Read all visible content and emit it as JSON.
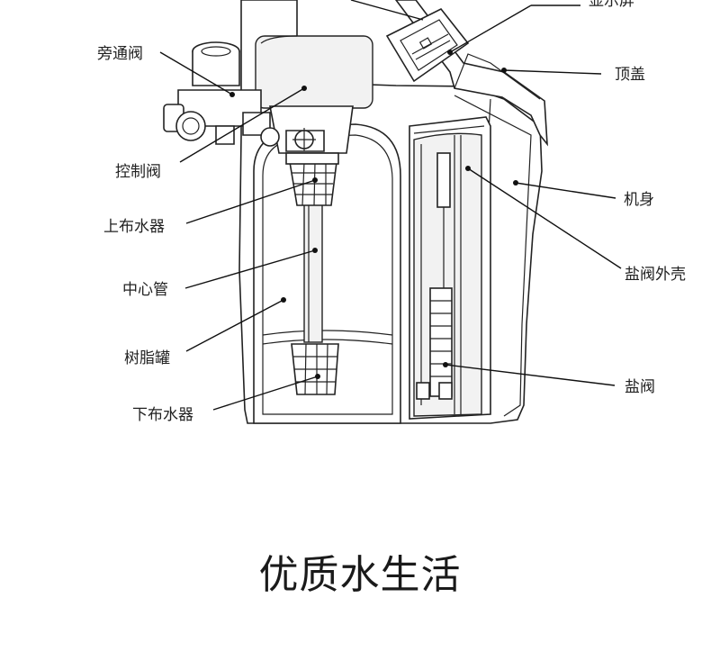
{
  "labels": {
    "display": "显示屏",
    "bypass_valve": "旁通阀",
    "top_cover": "顶盖",
    "control_valve": "控制阀",
    "body": "机身",
    "upper_distributor": "上布水器",
    "brine_valve_housing": "盐阀外壳",
    "center_tube": "中心管",
    "resin_tank": "树脂罐",
    "brine_valve": "盐阀",
    "lower_distributor": "下布水器"
  },
  "slogan": "优质水生活"
}
